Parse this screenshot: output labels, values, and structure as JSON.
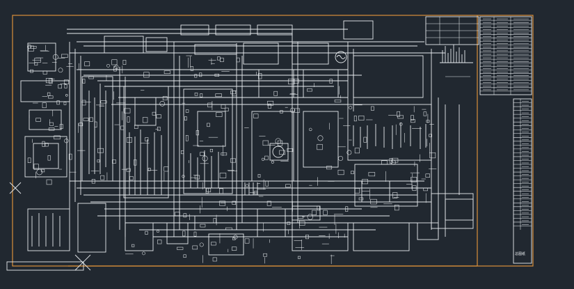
{
  "drawing": {
    "type": "electrical-schematic",
    "canvas_background": "#212830",
    "line_color": "#e8ecef",
    "frame_color": "#d9903a",
    "stamp_text": "总图纸"
  },
  "title_block": {
    "rows": 22,
    "columns": 3
  },
  "side_legend": {
    "rows": 34
  }
}
